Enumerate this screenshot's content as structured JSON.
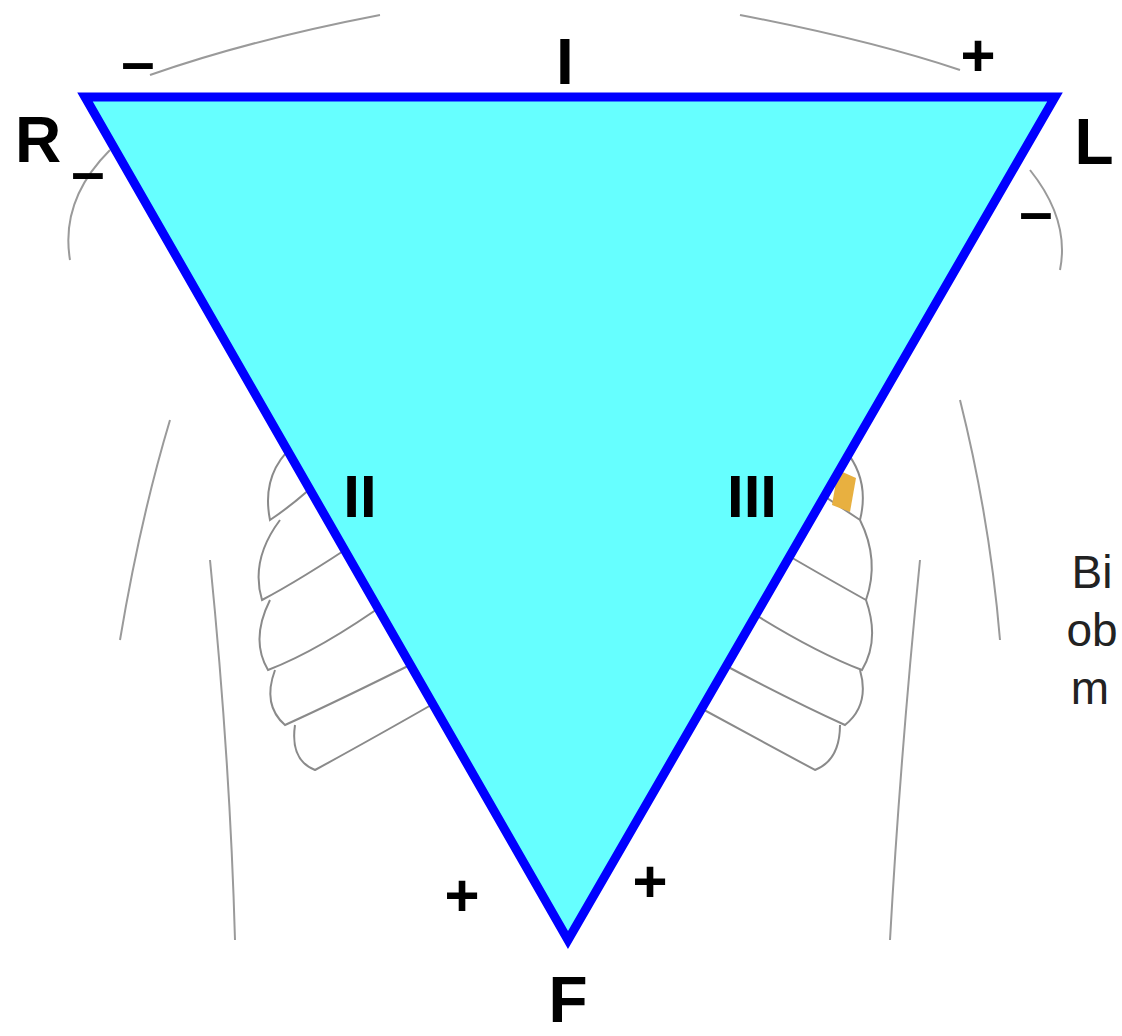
{
  "diagram": {
    "labels": [
      "–",
      "I",
      "+",
      "R",
      "–",
      "L",
      "–",
      "II",
      "III",
      "Bi",
      "ob",
      "m",
      "+",
      "+",
      "F"
    ]
  }
}
